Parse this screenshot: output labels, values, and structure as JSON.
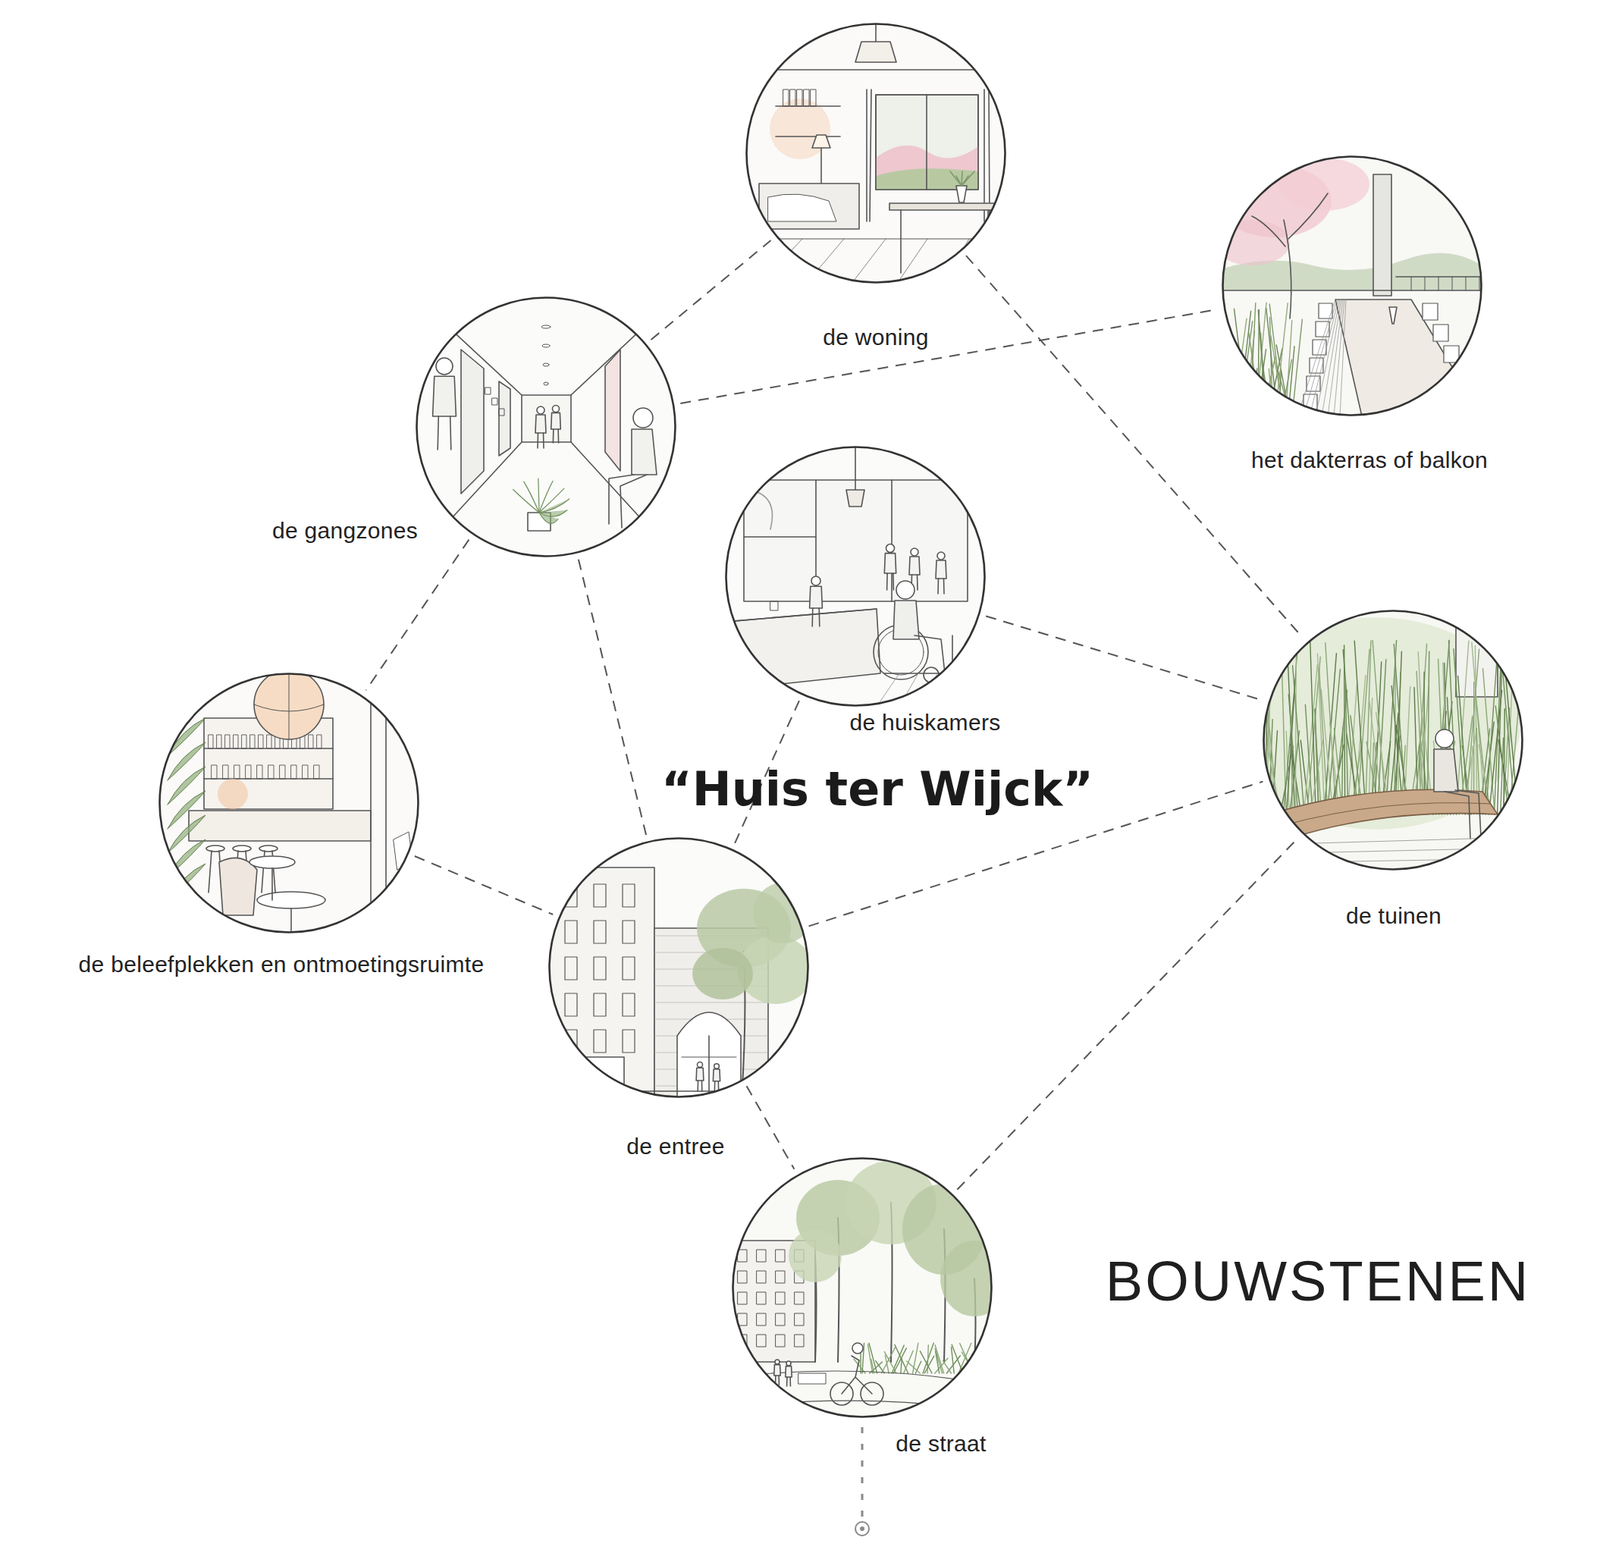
{
  "diagram": {
    "title": "“Huis ter Wijck”",
    "nodes": [
      {
        "text": [
          "de woning"
        ]
      },
      {
        "text": [
          "het dakterras of balkon"
        ]
      },
      {
        "text": [
          "de gangzones"
        ]
      },
      {
        "text": [
          "de huiskamers"
        ]
      },
      {
        "text": [
          "de tuinen"
        ]
      },
      {
        "text": [
          "de beleefplekken en ontmoetingsruimte"
        ]
      },
      {
        "text": [
          "de entree"
        ]
      },
      {
        "text": [
          "de straat"
        ]
      }
    ],
    "edges": [
      {
        "from": 2,
        "to": 0,
        "arrow": "none"
      },
      {
        "from": 2,
        "to": 1,
        "arrow": "none"
      },
      {
        "from": 0,
        "to": 4,
        "arrow": "none"
      },
      {
        "from": 2,
        "to": 5,
        "arrow": "none"
      },
      {
        "from": 2,
        "to": 6,
        "arrow": "none"
      },
      {
        "from": 3,
        "to": 6,
        "arrow": "none"
      },
      {
        "from": 3,
        "to": 4,
        "arrow": "none"
      },
      {
        "from": 5,
        "to": 6,
        "arrow": "none"
      },
      {
        "from": 6,
        "to": 4,
        "arrow": "none"
      },
      {
        "from": 6,
        "to": 7,
        "arrow": "none"
      },
      {
        "from": 7,
        "to": 4,
        "arrow": "none"
      }
    ],
    "labels": [
      "BOUWSTENEN"
    ]
  }
}
